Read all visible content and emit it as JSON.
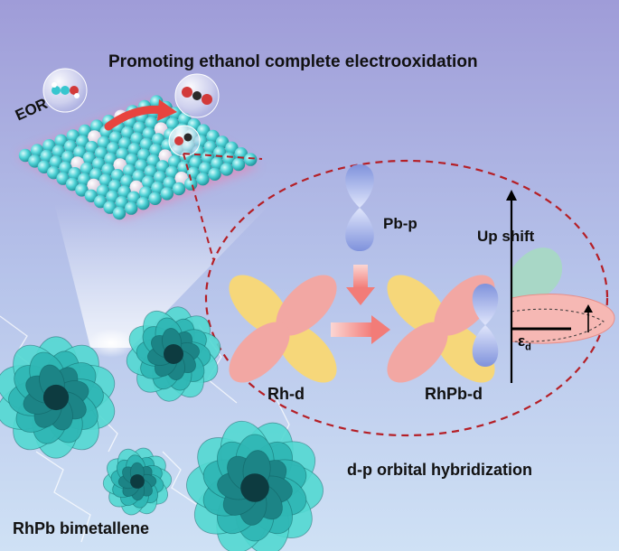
{
  "title": "Promoting ethanol complete electrooxidation",
  "eor_label": "EOR",
  "pb_p_label": "Pb-p",
  "up_shift_label": "Up shift",
  "rh_d_label": "Rh-d",
  "rhpb_d_label": "RhPb-d",
  "epsilon_symbol": "ε",
  "epsilon_subscript": "d",
  "hybridization_label": "d-p orbital hybridization",
  "material_label": "RhPb bimetallene",
  "colors": {
    "background_top": "#9d9bd6",
    "background_bottom": "#c9dcf2",
    "rh_atom": "#4fd2d6",
    "pb_atom": "#ece4ef",
    "lobe_yellow": "#f6d77a",
    "lobe_pink": "#f2a7a3",
    "p_orbital": "#9fb1e8",
    "dashed_circle": "#b51f26",
    "arrow": "#f28e8a",
    "flower": "#27b7b6"
  }
}
